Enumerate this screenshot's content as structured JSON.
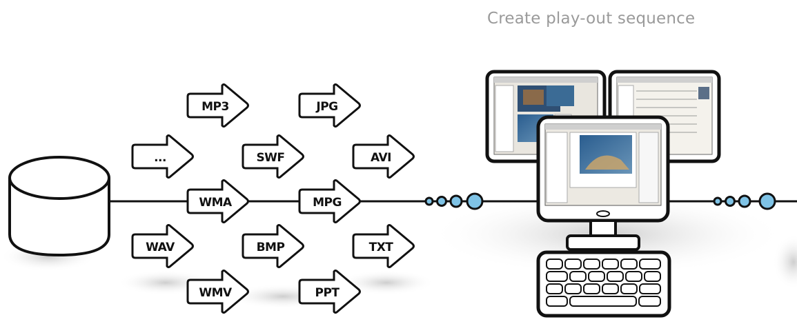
{
  "header": {
    "title": "Create play-out sequence"
  },
  "formats": [
    {
      "label": "MP3"
    },
    {
      "label": "JPG"
    },
    {
      "label": "..."
    },
    {
      "label": "SWF"
    },
    {
      "label": "AVI"
    },
    {
      "label": "WMA"
    },
    {
      "label": "MPG"
    },
    {
      "label": "WAV"
    },
    {
      "label": "BMP"
    },
    {
      "label": "TXT"
    },
    {
      "label": "WMV"
    },
    {
      "label": "PPT"
    }
  ],
  "colors": {
    "line": "#111111",
    "connector_fill": "#7fc3e6",
    "title": "#9a9a9a",
    "shadow": "#cfcfcf"
  },
  "icons": {
    "source": "database-cylinder-icon",
    "station": "computer-workstation-icon",
    "monitors": "monitor-screens-icon"
  }
}
